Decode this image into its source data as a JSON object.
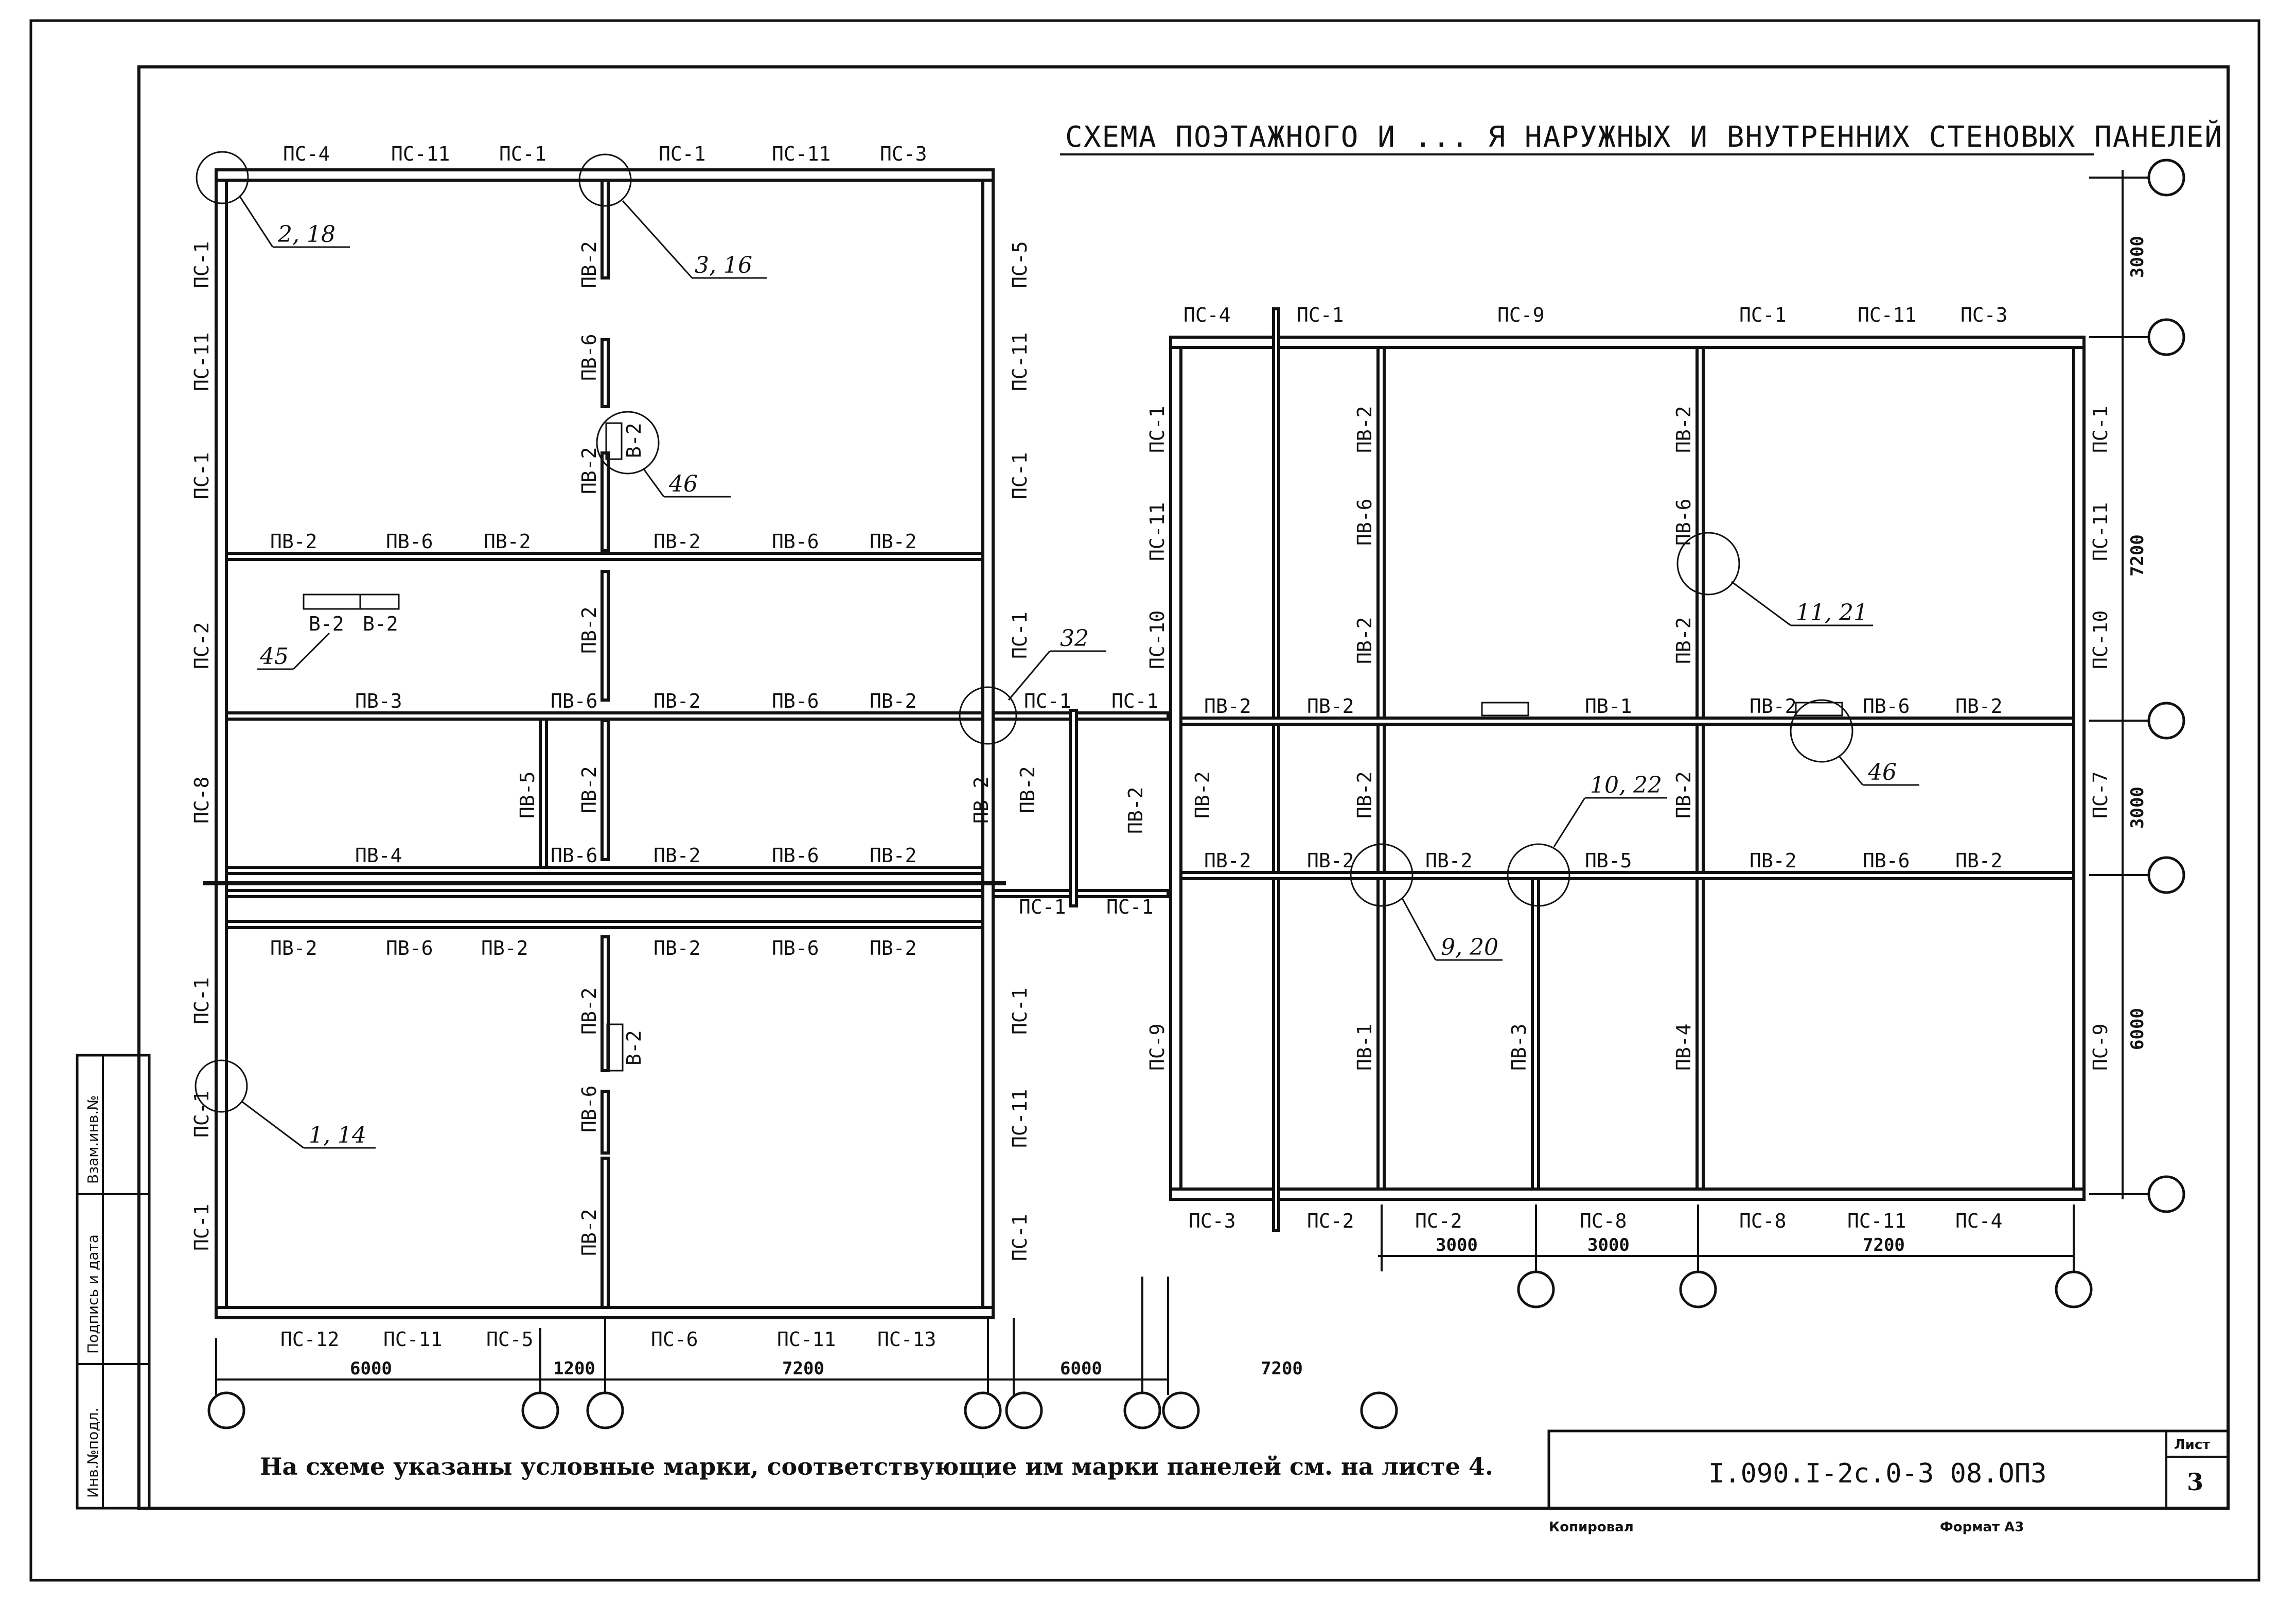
{
  "title": "СХЕМА ПОЭТАЖНОГО И ... Я НАРУЖНЫХ И ВНУТРЕННИХ СТЕНОВЫХ ПАНЕЛЕЙ",
  "note": "На схеме указаны условные марки, соответствующие им марки панелей см. на листе 4.",
  "stamp": {
    "code": "I.090.I-2с.0-3 08.ОПЗ",
    "sheet_label": "Лист",
    "sheet_no": "3",
    "copied": "Копировал",
    "format": "Формат А3"
  },
  "side_stamp": {
    "inv": "Инв.№подл.",
    "sign": "Подпись и дата",
    "vzam": "Взам.инв.№"
  },
  "left_plan": {
    "top": [
      "ПС-4",
      "ПС-11",
      "ПС-1",
      "ПС-1",
      "ПС-11",
      "ПС-3"
    ],
    "bottom": [
      "ПС-12",
      "ПС-11",
      "ПС-5",
      "ПС-6",
      "ПС-11",
      "ПС-13"
    ],
    "left": [
      "ПС-1",
      "ПС-11",
      "ПС-1",
      "ПС-2",
      "ПС-8",
      "ПС-1",
      "ПС-1",
      "ПС-1"
    ],
    "right": [
      "ПС-5",
      "ПС-11",
      "ПС-1",
      "ПС-1",
      "ПС-1",
      "ПС-11",
      "ПС-1"
    ],
    "center": [
      "ПВ-2",
      "ПВ-6",
      "ПВ-2",
      "ПВ-2",
      "ПВ-2",
      "ПВ-2",
      "ПВ-6",
      "ПВ-2"
    ],
    "row1": [
      "ПВ-2",
      "ПВ-6",
      "ПВ-2",
      "ПВ-2",
      "ПВ-6",
      "ПВ-2"
    ],
    "row2": [
      "ПВ-3",
      "ПВ-6",
      "ПВ-2",
      "ПВ-6",
      "ПВ-2"
    ],
    "row3": [
      "ПВ-4",
      "ПВ-6",
      "ПВ-2",
      "ПВ-6",
      "ПВ-2"
    ],
    "row4": [
      "ПВ-2",
      "ПВ-6",
      "ПВ-2",
      "ПВ-2",
      "ПВ-6",
      "ПВ-2"
    ],
    "pv5": "ПВ-5",
    "link": [
      "ПС-1",
      "ПС-1",
      "ПС-1",
      "ПС-1",
      "ПВ-2",
      "ПВ-2",
      "ПВ-2"
    ],
    "b2": "В-2",
    "callouts": [
      "2, 18",
      "3, 16",
      "46",
      "45",
      "32",
      "1, 14"
    ],
    "dims": [
      "6000",
      "1200",
      "7200",
      "6000",
      "7200"
    ]
  },
  "right_plan": {
    "top": [
      "ПС-4",
      "ПС-1",
      "ПС-9",
      "ПС-1",
      "ПС-11",
      "ПС-3"
    ],
    "bottom": [
      "ПС-3",
      "ПС-2",
      "ПС-2",
      "ПС-8",
      "ПС-8",
      "ПС-11",
      "ПС-4"
    ],
    "left": [
      "ПС-1",
      "ПС-11",
      "ПС-10",
      "ПВ-2",
      "ПС-9"
    ],
    "right": [
      "ПС-1",
      "ПС-11",
      "ПС-10",
      "ПС-7",
      "ПС-9"
    ],
    "col1": [
      "ПВ-2",
      "ПВ-6",
      "ПВ-2",
      "ПВ-2",
      "ПВ-1"
    ],
    "col2": [
      "ПВ-3"
    ],
    "col3": [
      "ПВ-2",
      "ПВ-6",
      "ПВ-2",
      "ПВ-2",
      "ПВ-4"
    ],
    "row1": [
      "ПВ-2",
      "ПВ-2",
      "ПВ-1",
      "ПВ-2",
      "ПВ-6",
      "ПВ-2"
    ],
    "row2": [
      "ПВ-2",
      "ПВ-2",
      "ПВ-2",
      "ПВ-5",
      "ПВ-2",
      "ПВ-6",
      "ПВ-2"
    ],
    "callouts": [
      "11, 21",
      "10, 22",
      "46",
      "9, 20"
    ],
    "dims": [
      "3000",
      "7200",
      "3000",
      "3000",
      "3000",
      "7200",
      "6000"
    ]
  }
}
